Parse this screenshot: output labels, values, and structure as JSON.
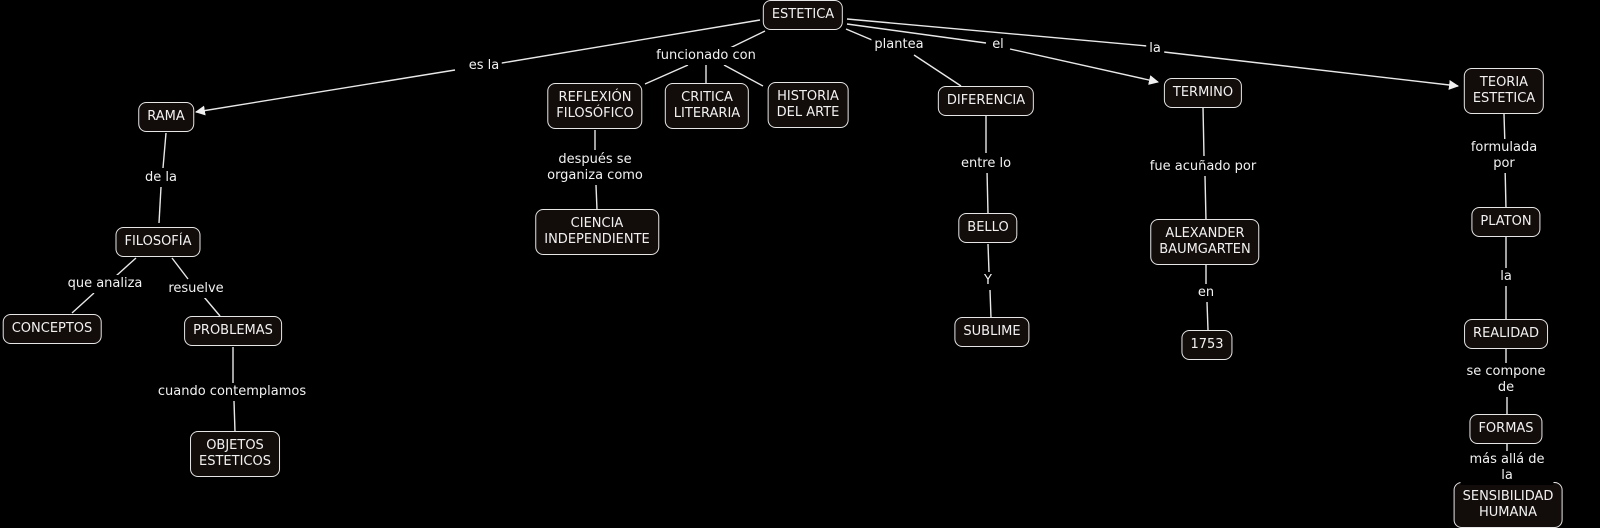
{
  "concept_map": {
    "nodes": {
      "estetica": "ESTETICA",
      "rama": "RAMA",
      "reflexion": "REFLEXIÓN\nFILOSÓFICO",
      "critica": "CRITICA\nLITERARIA",
      "historia": "HISTORIA\nDEL ARTE",
      "diferencia": "DIFERENCIA",
      "termino": "TERMINO",
      "teoria": "TEORIA\nESTETICA",
      "filosofia": "FILOSOFÍA",
      "ciencia": "CIENCIA\nINDEPENDIENTE",
      "bello": "BELLO",
      "alexander": "ALEXANDER\nBAUMGARTEN",
      "platon": "PLATON",
      "conceptos": "CONCEPTOS",
      "problemas": "PROBLEMAS",
      "sublime": "SUBLIME",
      "y1753": "1753",
      "realidad": "REALIDAD",
      "objetos": "OBJETOS\nESTETICOS",
      "formas": "FORMAS",
      "sensibilidad": "SENSIBILIDAD HUMANA"
    },
    "links": {
      "es_la": "es la",
      "funcionado_con": "funcionado con",
      "plantea": "plantea",
      "el": "el",
      "la_teoria": "la",
      "de_la": "de la",
      "despues": "después se\norganiza como",
      "entre_lo": "entre lo",
      "fue_acunado": "fue acuñado por",
      "formulada_por": "formulada por",
      "que_analiza": "que analiza",
      "resuelve": "resuelve",
      "y": "Y",
      "en": "en",
      "la_realidad": "la",
      "cuando": "cuando contemplamos",
      "se_compone": "se compone de",
      "mas_alla": "más allá de la"
    }
  }
}
